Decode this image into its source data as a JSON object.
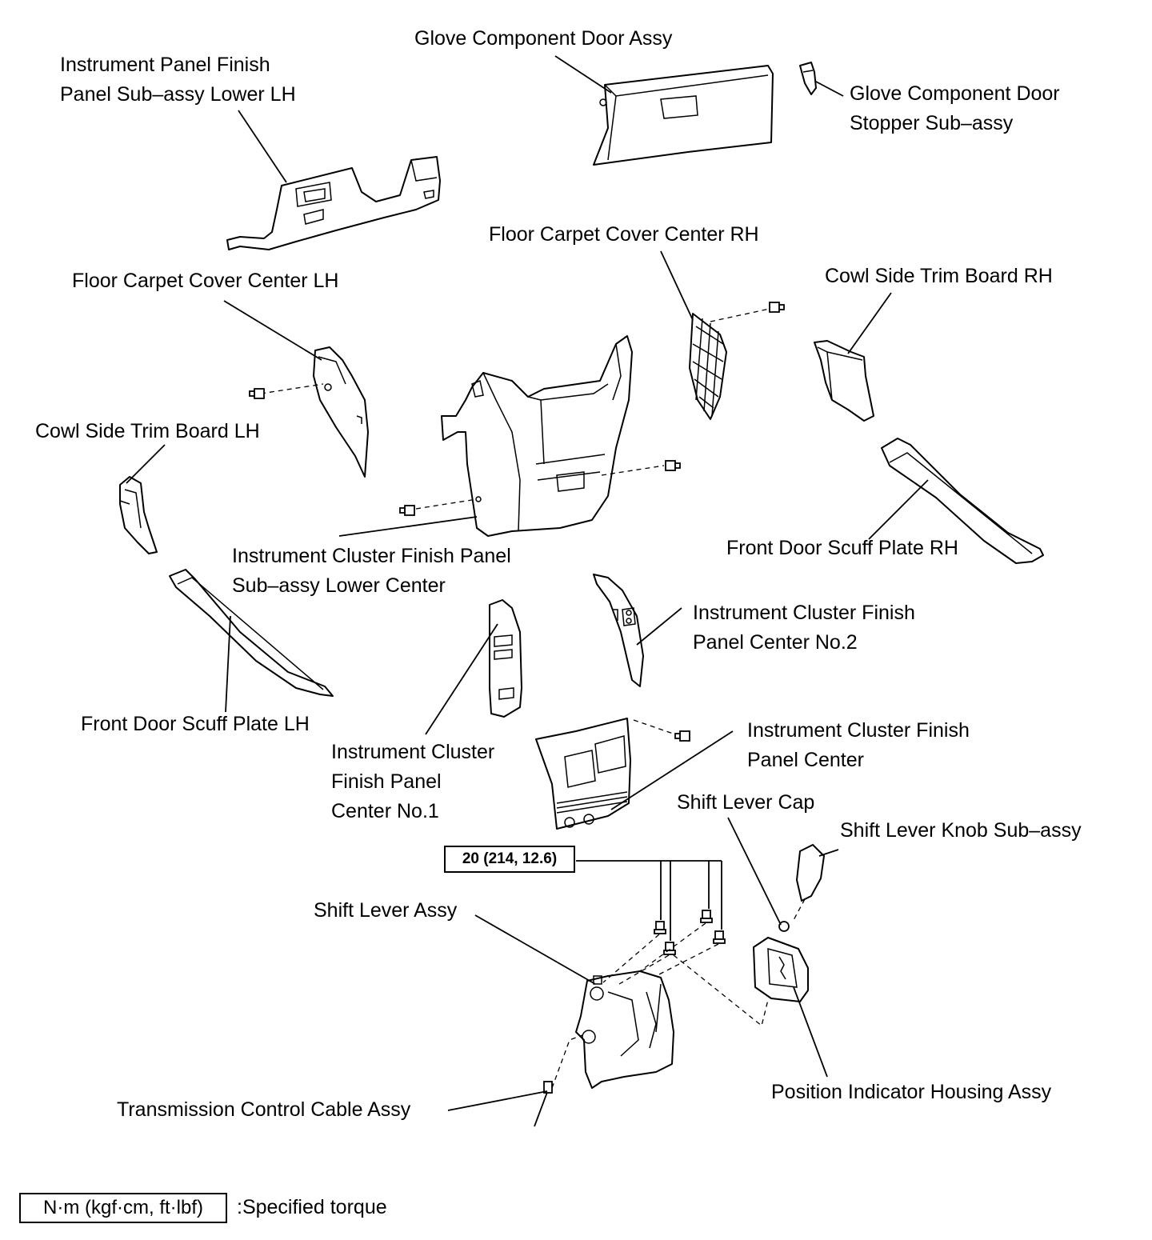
{
  "labels": {
    "glove_door": [
      "Glove Component Door Assy"
    ],
    "ip_finish_lower_lh": [
      "Instrument Panel Finish",
      "Panel Sub–assy Lower LH"
    ],
    "glove_stopper": [
      "Glove Component Door",
      "Stopper Sub–assy"
    ],
    "carpet_rh": [
      "Floor Carpet Cover Center RH"
    ],
    "carpet_lh": [
      "Floor Carpet Cover Center LH"
    ],
    "cowl_rh": [
      "Cowl Side Trim Board RH"
    ],
    "cowl_lh": [
      "Cowl Side Trim Board LH"
    ],
    "scuff_rh": [
      "Front Door Scuff Plate RH"
    ],
    "cluster_lower_center": [
      "Instrument Cluster Finish Panel",
      "Sub–assy Lower Center"
    ],
    "cluster_center_no2": [
      "Instrument Cluster Finish",
      "Panel Center No.2"
    ],
    "scuff_lh": [
      "Front Door Scuff Plate LH"
    ],
    "cluster_center_no1": [
      "Instrument Cluster",
      "Finish Panel",
      "Center No.1"
    ],
    "cluster_center": [
      "Instrument Cluster Finish",
      "Panel Center"
    ],
    "shift_cap": [
      "Shift Lever Cap"
    ],
    "shift_knob": [
      "Shift Lever Knob Sub–assy"
    ],
    "shift_lever": [
      "Shift Lever Assy"
    ],
    "trans_cable": [
      "Transmission Control Cable Assy"
    ],
    "position_housing": [
      "Position Indicator Housing Assy"
    ]
  },
  "torque_value": "20 (214, 12.6)",
  "legend": {
    "unit": "N·m (kgf·cm, ft·lbf)",
    "text": ":Specified torque"
  }
}
